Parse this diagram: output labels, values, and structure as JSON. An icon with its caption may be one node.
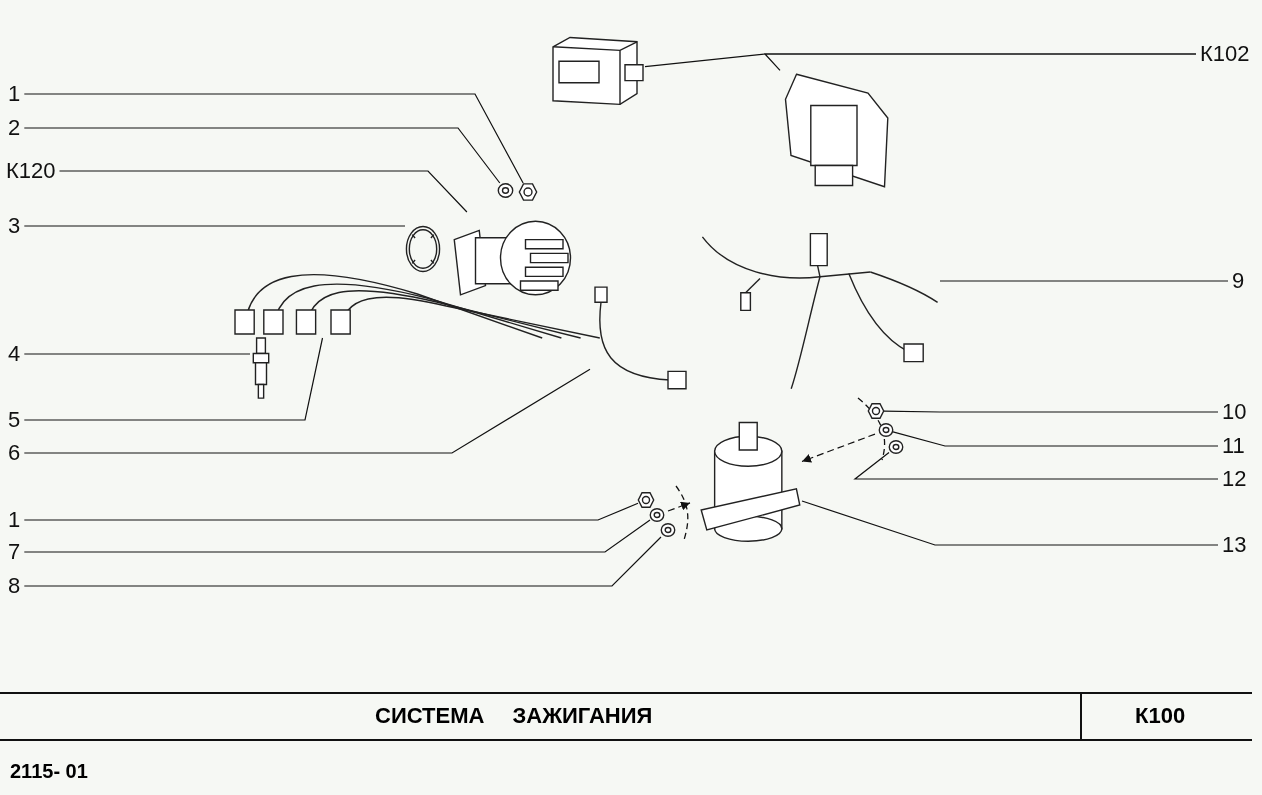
{
  "diagram": {
    "title": "СИСТЕМА ЗАЖИГАНИЯ",
    "nodes": [
      {
        "text": [
          "1"
        ]
      },
      {
        "text": [
          "2"
        ]
      },
      {
        "text": [
          "К120"
        ]
      },
      {
        "text": [
          "3"
        ]
      },
      {
        "text": [
          "4"
        ]
      },
      {
        "text": [
          "5"
        ]
      },
      {
        "text": [
          "6"
        ]
      },
      {
        "text": [
          "1"
        ]
      },
      {
        "text": [
          "7"
        ]
      },
      {
        "text": [
          "8"
        ]
      },
      {
        "text": [
          "К102"
        ]
      },
      {
        "text": [
          "9"
        ]
      },
      {
        "text": [
          "10"
        ]
      },
      {
        "text": [
          "11"
        ]
      },
      {
        "text": [
          "12"
        ]
      },
      {
        "text": [
          "13"
        ]
      },
      {
        "text": [],
        "shape": "picture"
      },
      {
        "text": [],
        "shape": "picture"
      },
      {
        "text": [],
        "shape": "picture"
      },
      {
        "text": [],
        "shape": "picture"
      },
      {
        "text": [],
        "shape": "picture"
      },
      {
        "text": [],
        "shape": "picture"
      },
      {
        "text": [],
        "shape": "picture"
      },
      {
        "text": [],
        "shape": "picture"
      },
      {
        "text": [],
        "shape": "picture"
      },
      {
        "text": [],
        "shape": "picture"
      },
      {
        "text": [],
        "shape": "picture"
      },
      {
        "text": [],
        "shape": "picture"
      },
      {
        "text": [],
        "shape": "picture"
      },
      {
        "text": [],
        "shape": "picture"
      },
      {
        "text": [],
        "shape": "picture"
      },
      {
        "text": [],
        "shape": "picture"
      },
      {
        "text": [],
        "shape": "picture"
      }
    ],
    "edges": [
      {
        "from": 0,
        "to": 16,
        "arrow": "none"
      },
      {
        "from": 1,
        "to": 17,
        "arrow": "none"
      },
      {
        "from": 2,
        "to": 18,
        "arrow": "none"
      },
      {
        "from": 3,
        "to": 19,
        "arrow": "none"
      },
      {
        "from": 4,
        "to": 20,
        "arrow": "none"
      },
      {
        "from": 5,
        "to": 21,
        "arrow": "none"
      },
      {
        "from": 6,
        "to": 22,
        "arrow": "none"
      },
      {
        "from": 7,
        "to": 23,
        "arrow": "none"
      },
      {
        "from": 8,
        "to": 24,
        "arrow": "none"
      },
      {
        "from": 9,
        "to": 25,
        "arrow": "none"
      },
      {
        "from": 10,
        "to": 26,
        "arrow": "none"
      },
      {
        "from": 10,
        "to": 27,
        "arrow": "none"
      },
      {
        "from": 11,
        "to": 28,
        "arrow": "none"
      },
      {
        "from": 12,
        "to": 29,
        "arrow": "none"
      },
      {
        "from": 13,
        "to": 30,
        "arrow": "none"
      },
      {
        "from": 14,
        "to": 31,
        "arrow": "none"
      },
      {
        "from": 15,
        "to": 32,
        "arrow": "none"
      },
      {
        "from": 30,
        "to": 32,
        "arrow": "to",
        "style": "dashed"
      },
      {
        "from": 24,
        "to": 32,
        "arrow": "to",
        "style": "dashed"
      }
    ],
    "labels": [
      "К100",
      "2115- 01"
    ]
  }
}
